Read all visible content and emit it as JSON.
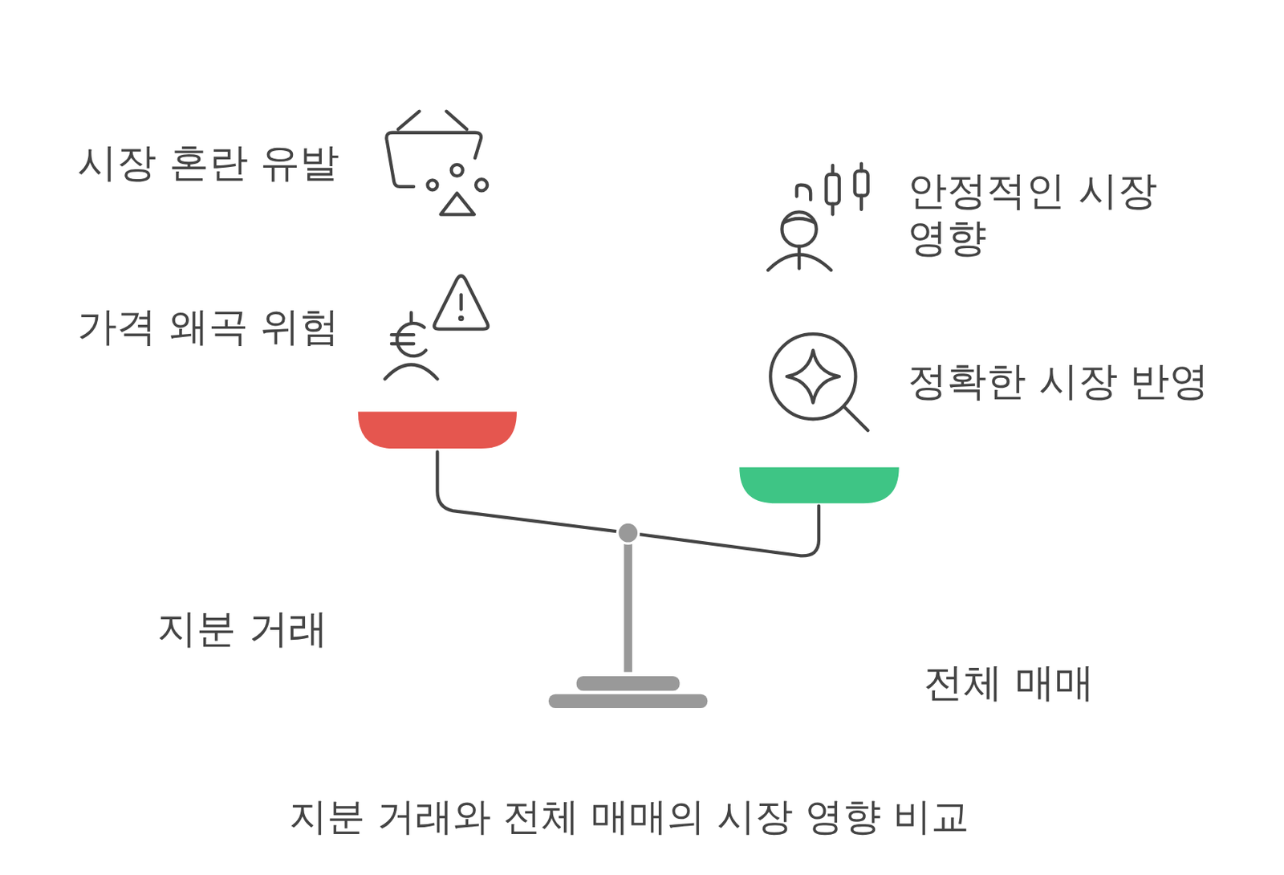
{
  "diagram": {
    "title": "지분 거래와 전체 매매의 시장 영향 비교",
    "labels": [
      "시장 혼란 유발",
      "가격 왜곡 위험",
      "안정적인 시장 영향",
      "정확한 시장 반영",
      "지분 거래",
      "전체 매매"
    ]
  }
}
